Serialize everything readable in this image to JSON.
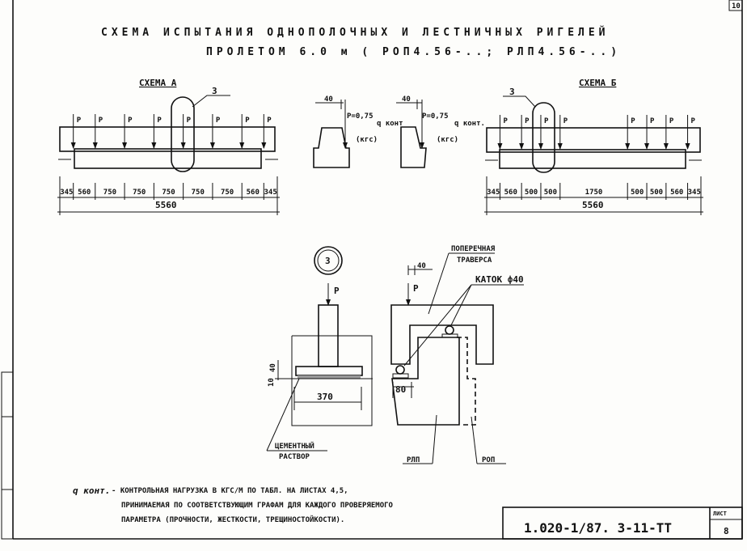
{
  "sheet_corner_number": "10",
  "title": {
    "line1": "СХЕМА ИСПЫТАНИЯ ОДНОПОЛОЧНЫХ И ЛЕСТНИЧНЫХ РИГЕЛЕЙ",
    "line2": "ПРОЛЕТОМ 6.0 м ( РОП4.56-..; РЛП4.56-..)"
  },
  "scheme_a": {
    "title": "СХЕМА А",
    "callout": "3",
    "load_label": "P",
    "spans": [
      "345",
      "560",
      "750",
      "750",
      "750",
      "750",
      "750",
      "560",
      "345"
    ],
    "total": "5560"
  },
  "scheme_b": {
    "title": "СХЕМА Б",
    "callout": "3",
    "load_label": "P",
    "spans": [
      "345",
      "560",
      "500",
      "500",
      "1750",
      "500",
      "500",
      "560",
      "345"
    ],
    "total": "5560"
  },
  "section_left": {
    "offset": "40",
    "formula": "P=0,75",
    "q": "q конт",
    "unit": "(кгс)"
  },
  "section_right": {
    "offset": "40",
    "formula": "P=0,75",
    "q": "q конт.",
    "unit": "(кгс)"
  },
  "detail_3": {
    "marker": "3",
    "load_label": "P",
    "dim_width": "370",
    "dim_10": "10",
    "dim_40": "40",
    "mortar_line1": "ЦЕМЕНТНЫЙ",
    "mortar_line2": "РАСТВОР"
  },
  "detail_traverse": {
    "traverse_line1": "ПОПЕРЕЧНАЯ",
    "traverse_line2": "ТРАВЕРСА",
    "roller": "КАТОК ф40",
    "load_label": "P",
    "dim_40": "40",
    "dim_80": "80",
    "rlp": "РЛП",
    "rop": "РОП"
  },
  "notes": {
    "symbol": "q конт.",
    "line1": "- КОНТРОЛЬНАЯ НАГРУЗКА В КГС/М ПО ТАБЛ.      НА ЛИСТАХ  4,5,",
    "line2": "ПРИНИМАЕМАЯ ПО СООТВЕТСТВУЮЩИМ ГРАФАМ ДЛЯ КАЖДОГО ПРОВЕРЯЕМОГО",
    "line3": "ПАРАМЕТРА (ПРОЧНОСТИ, ЖЕСТКОСТИ, ТРЕЩИНОСТОЙКОСТИ)."
  },
  "title_block": {
    "designation": "1.020-1/87. 3-11-ТТ",
    "sheet_label": "ЛИСТ",
    "sheet_number": "8"
  }
}
